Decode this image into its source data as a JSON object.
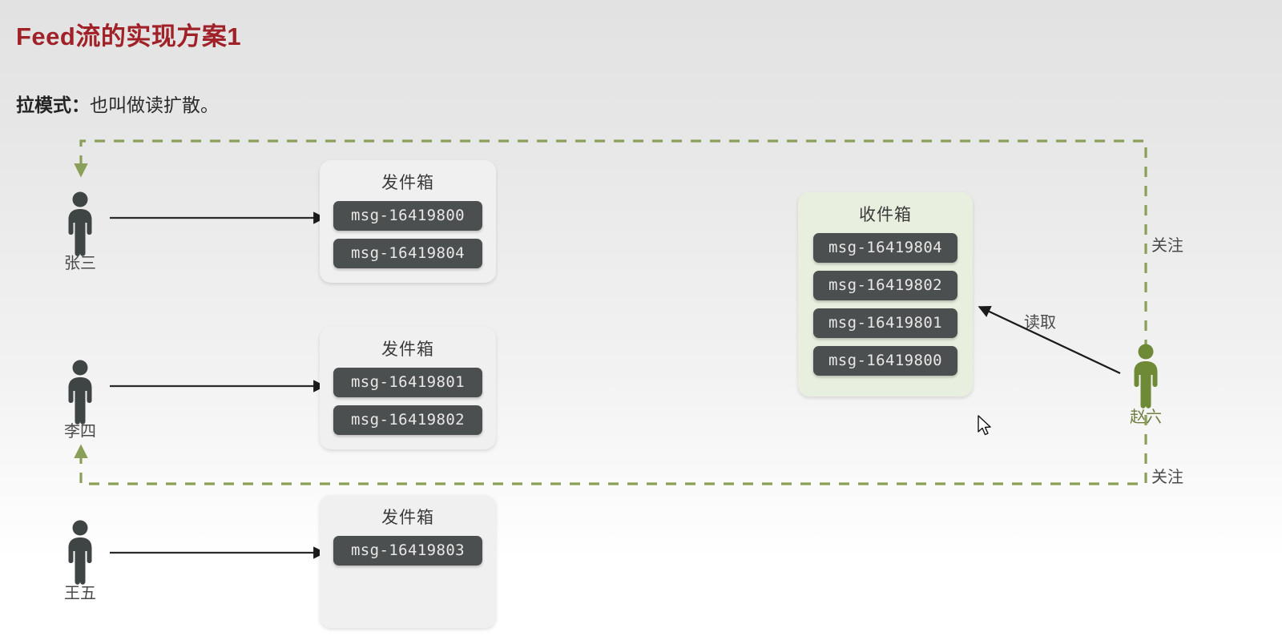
{
  "page": {
    "title": "Feed流的实现方案1",
    "subtitle_strong": "拉模式：",
    "subtitle_rest": "也叫做读扩散。",
    "title_color": "#a02128",
    "accent_green": "#8aa05a",
    "person_gray": "#3f4444",
    "person_green": "#6f8a36",
    "chip_bg": "#4b4f4f",
    "inbox_bg": "#e8efdf",
    "outbox_bg": "#f0f0f0"
  },
  "senders": [
    {
      "name": "张三",
      "box_title": "发件箱",
      "messages": [
        "msg-16419800",
        "msg-16419804"
      ]
    },
    {
      "name": "李四",
      "box_title": "发件箱",
      "messages": [
        "msg-16419801",
        "msg-16419802"
      ]
    },
    {
      "name": "王五",
      "box_title": "发件箱",
      "messages": [
        "msg-16419803"
      ]
    }
  ],
  "reader": {
    "name": "赵六",
    "inbox_title": "收件箱",
    "inbox_messages": [
      "msg-16419804",
      "msg-16419802",
      "msg-16419801",
      "msg-16419800"
    ]
  },
  "edges": {
    "follow_top": "关注",
    "follow_bottom": "关注",
    "read": "读取"
  }
}
